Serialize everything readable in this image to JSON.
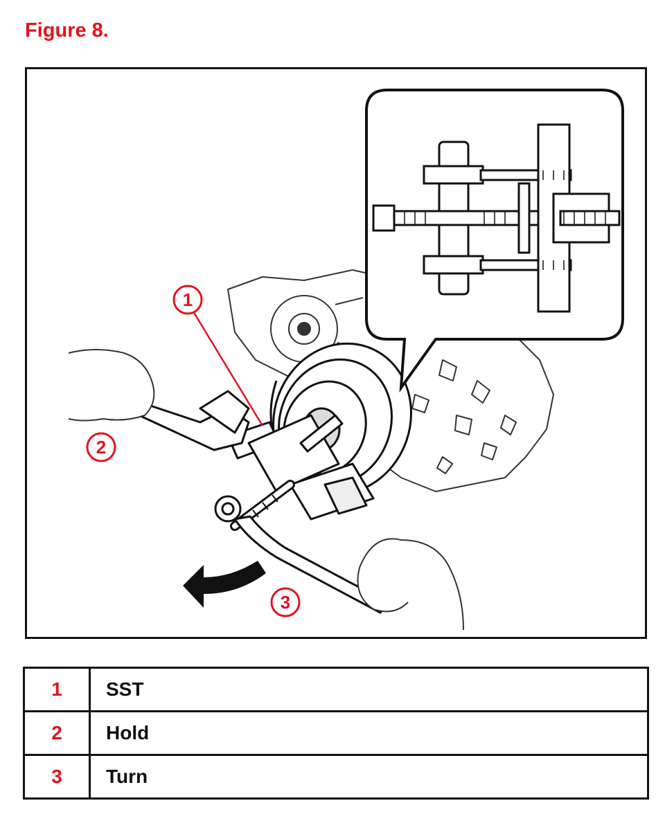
{
  "figure": {
    "title": "Figure 8."
  },
  "callouts": [
    {
      "number": "1"
    },
    {
      "number": "2"
    },
    {
      "number": "3"
    }
  ],
  "legend": {
    "rows": [
      {
        "number": "1",
        "label": "SST"
      },
      {
        "number": "2",
        "label": "Hold"
      },
      {
        "number": "3",
        "label": "Turn"
      }
    ]
  },
  "colors": {
    "accent": "#e0141e",
    "line": "#111111"
  }
}
